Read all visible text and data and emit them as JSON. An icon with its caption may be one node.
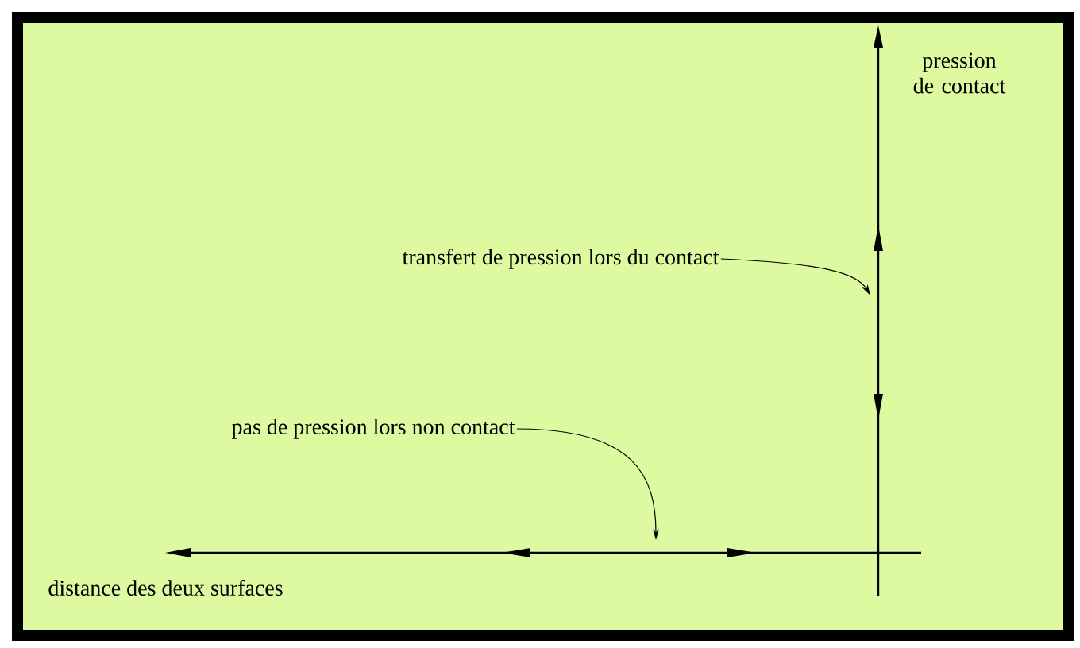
{
  "diagram": {
    "nodes": [
      {
        "text": [
          "transfert de pression lors du contact"
        ]
      },
      {
        "text": [
          "pas de pression lors non contact"
        ]
      }
    ],
    "edges": [
      {
        "from": 0,
        "to": null,
        "arrow": "to"
      },
      {
        "from": 1,
        "to": null,
        "arrow": "to"
      }
    ],
    "labels": [
      "pression de contact",
      "distance des deux surfaces"
    ]
  }
}
